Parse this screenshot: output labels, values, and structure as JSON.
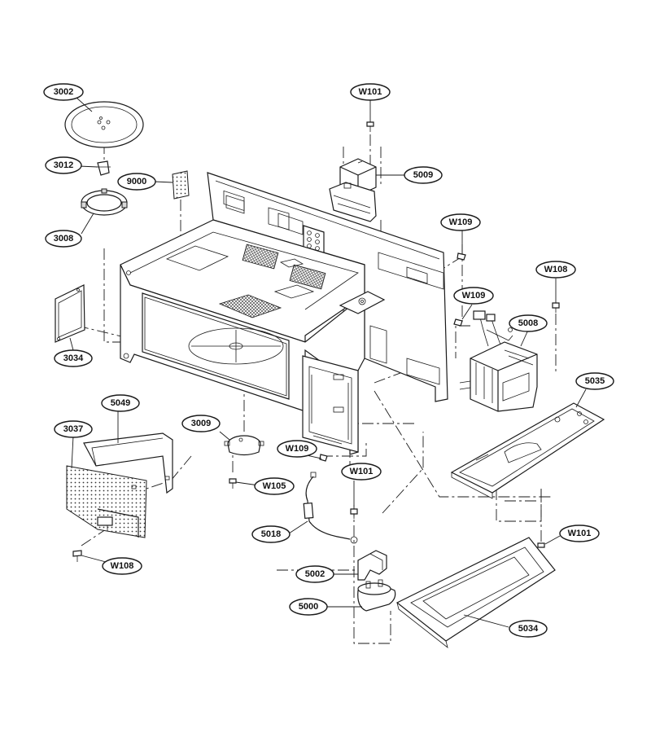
{
  "labels": {
    "p3002": "3002",
    "p3012": "3012",
    "p3008": "3008",
    "p9000": "9000",
    "p3034": "3034",
    "p5049": "5049",
    "p3037": "3037",
    "p3009": "3009",
    "pW108a": "W108",
    "pW105": "W105",
    "pW109a": "W109",
    "p5018": "5018",
    "pW101b": "W101",
    "p5002": "5002",
    "p5000": "5000",
    "p5034": "5034",
    "pW101c": "W101",
    "p5035": "5035",
    "p5008": "5008",
    "pW109b": "W109",
    "pW108b": "W108",
    "pW109c": "W109",
    "p5009": "5009",
    "pW101a": "W101"
  }
}
